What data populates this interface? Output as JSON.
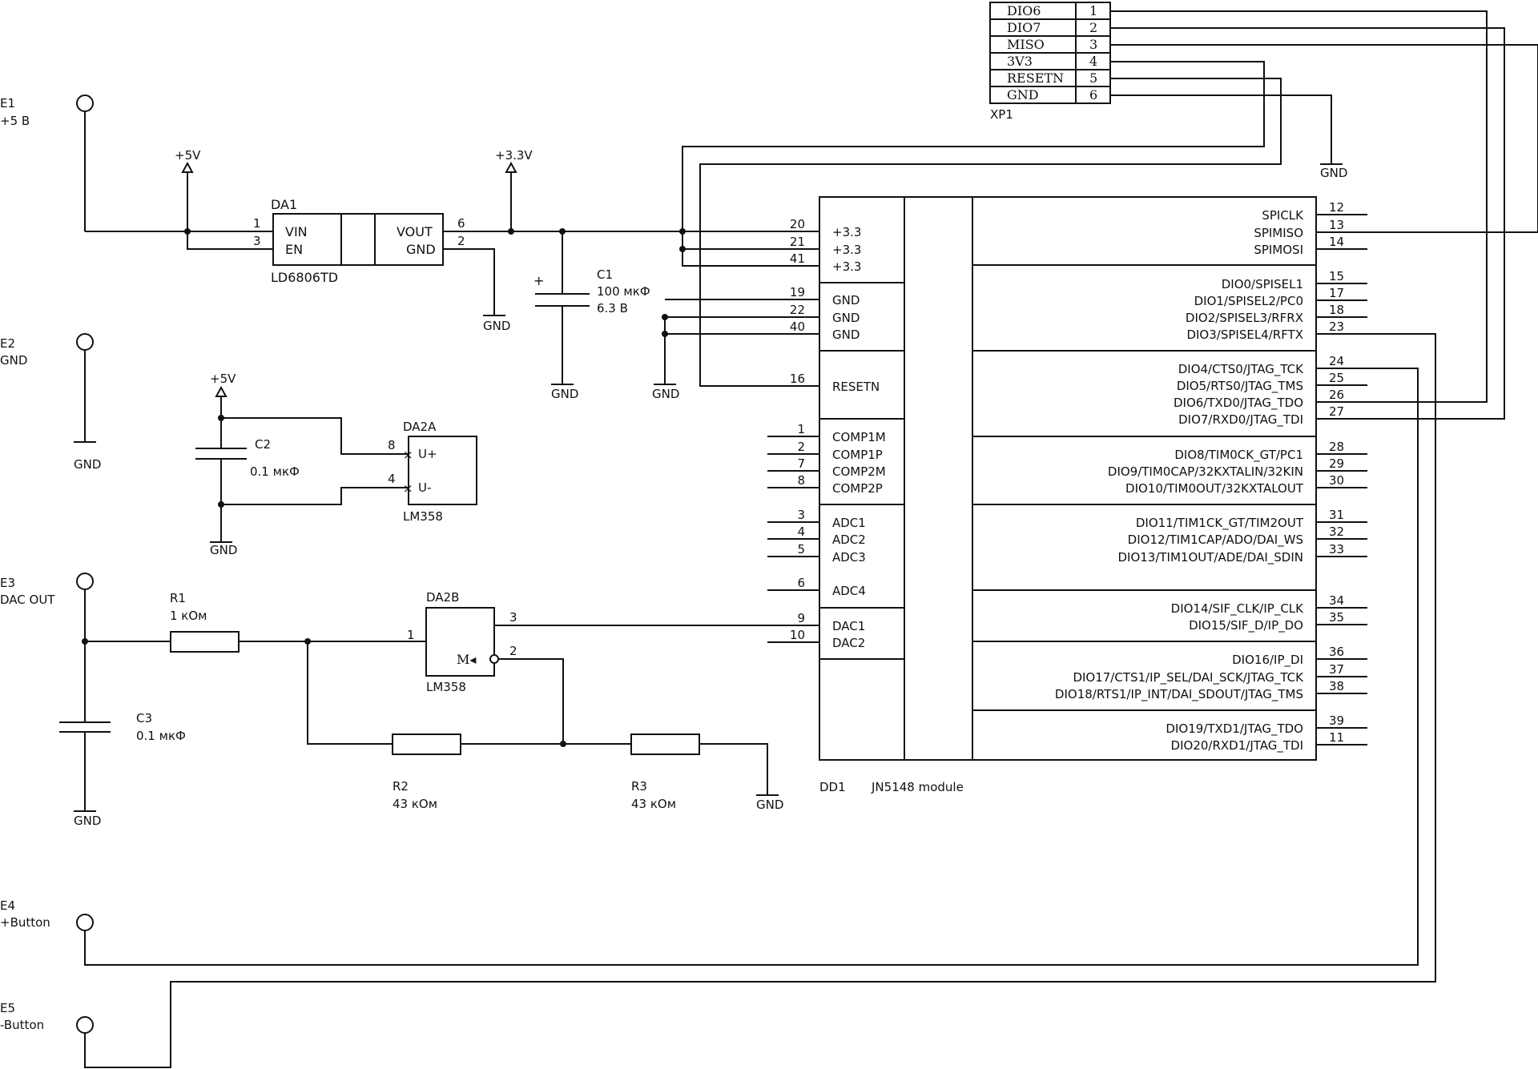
{
  "terminals": [
    {
      "ref": "E1",
      "label": "+5 В"
    },
    {
      "ref": "E2",
      "label": "GND"
    },
    {
      "ref": "E3",
      "label": "DAC OUT"
    },
    {
      "ref": "E4",
      "label": "+Button"
    },
    {
      "ref": "E5",
      "label": "-Button"
    }
  ],
  "connector": {
    "ref": "XP1",
    "pins": [
      {
        "name": "DIO6",
        "num": "1"
      },
      {
        "name": "DIO7",
        "num": "2"
      },
      {
        "name": "MISO",
        "num": "3"
      },
      {
        "name": "3V3",
        "num": "4"
      },
      {
        "name": "RESETN",
        "num": "5"
      },
      {
        "name": "GND",
        "num": "6"
      }
    ]
  },
  "rails": {
    "p5v": "+5V",
    "p33v": "+3.3V",
    "gnd": "GND"
  },
  "regulator": {
    "ref": "DA1",
    "part": "LD6806TD",
    "pins": {
      "vin": "VIN",
      "en": "EN",
      "vout": "VOUT",
      "gnd": "GND"
    },
    "nums": {
      "vin": "1",
      "en": "3",
      "vout": "6",
      "gnd": "2"
    }
  },
  "c1": {
    "ref": "C1",
    "value": "100 мкФ",
    "voltage": "6.3 В",
    "polarity": "+"
  },
  "c2": {
    "ref": "C2",
    "value": "0.1 мкФ"
  },
  "c3": {
    "ref": "C3",
    "value": "0.1 мкФ"
  },
  "r1": {
    "ref": "R1",
    "value": "1 кОм"
  },
  "r2": {
    "ref": "R2",
    "value": "43 кОм"
  },
  "r3": {
    "ref": "R3",
    "value": "43 кОм"
  },
  "da2a": {
    "ref": "DA2A",
    "part": "LM358",
    "pin_pos": "U+",
    "pin_neg": "U-",
    "num_pos": "8",
    "num_neg": "4"
  },
  "da2b": {
    "ref": "DA2B",
    "part": "LM358",
    "symbol": "M◂",
    "num_in": "1",
    "num_out": "3",
    "num_fb": "2"
  },
  "module": {
    "ref": "DD1",
    "part": "JN5148 module",
    "left_pins": [
      {
        "num": "20",
        "name": "+3.3"
      },
      {
        "num": "21",
        "name": "+3.3"
      },
      {
        "num": "41",
        "name": "+3.3"
      },
      {
        "num": "19",
        "name": "GND"
      },
      {
        "num": "22",
        "name": "GND"
      },
      {
        "num": "40",
        "name": "GND"
      },
      {
        "num": "16",
        "name": "RESETN"
      },
      {
        "num": "1",
        "name": "COMP1M"
      },
      {
        "num": "2",
        "name": "COMP1P"
      },
      {
        "num": "7",
        "name": "COMP2M"
      },
      {
        "num": "8",
        "name": "COMP2P"
      },
      {
        "num": "3",
        "name": "ADC1"
      },
      {
        "num": "4",
        "name": "ADC2"
      },
      {
        "num": "5",
        "name": "ADC3"
      },
      {
        "num": "6",
        "name": "ADC4"
      },
      {
        "num": "9",
        "name": "DAC1"
      },
      {
        "num": "10",
        "name": "DAC2"
      }
    ],
    "right_pins": [
      {
        "num": "12",
        "name": "SPICLK"
      },
      {
        "num": "13",
        "name": "SPIMISO"
      },
      {
        "num": "14",
        "name": "SPIMOSI"
      },
      {
        "num": "15",
        "name": "DIO0/SPISEL1"
      },
      {
        "num": "17",
        "name": "DIO1/SPISEL2/PC0"
      },
      {
        "num": "18",
        "name": "DIO2/SPISEL3/RFRX"
      },
      {
        "num": "23",
        "name": "DIO3/SPISEL4/RFTX"
      },
      {
        "num": "24",
        "name": "DIO4/CTS0/JTAG_TCK"
      },
      {
        "num": "25",
        "name": "DIO5/RTS0/JTAG_TMS"
      },
      {
        "num": "26",
        "name": "DIO6/TXD0/JTAG_TDO"
      },
      {
        "num": "27",
        "name": "DIO7/RXD0/JTAG_TDI"
      },
      {
        "num": "28",
        "name": "DIO8/TIM0CK_GT/PC1"
      },
      {
        "num": "29",
        "name": "DIO9/TIM0CAP/32KXTALIN/32KIN"
      },
      {
        "num": "30",
        "name": "DIO10/TIM0OUT/32KXTALOUT"
      },
      {
        "num": "31",
        "name": "DIO11/TIM1CK_GT/TIM2OUT"
      },
      {
        "num": "32",
        "name": "DIO12/TIM1CAP/ADO/DAI_WS"
      },
      {
        "num": "33",
        "name": "DIO13/TIM1OUT/ADE/DAI_SDIN"
      },
      {
        "num": "34",
        "name": "DIO14/SIF_CLK/IP_CLK"
      },
      {
        "num": "35",
        "name": "DIO15/SIF_D/IP_DO"
      },
      {
        "num": "36",
        "name": "DIO16/IP_DI"
      },
      {
        "num": "37",
        "name": "DIO17/CTS1/IP_SEL/DAI_SCK/JTAG_TCK"
      },
      {
        "num": "38",
        "name": "DIO18/RTS1/IP_INT/DAI_SDOUT/JTAG_TMS"
      },
      {
        "num": "39",
        "name": "DIO19/TXD1/JTAG_TDO"
      },
      {
        "num": "11",
        "name": "DIO20/RXD1/JTAG_TDI"
      }
    ]
  }
}
